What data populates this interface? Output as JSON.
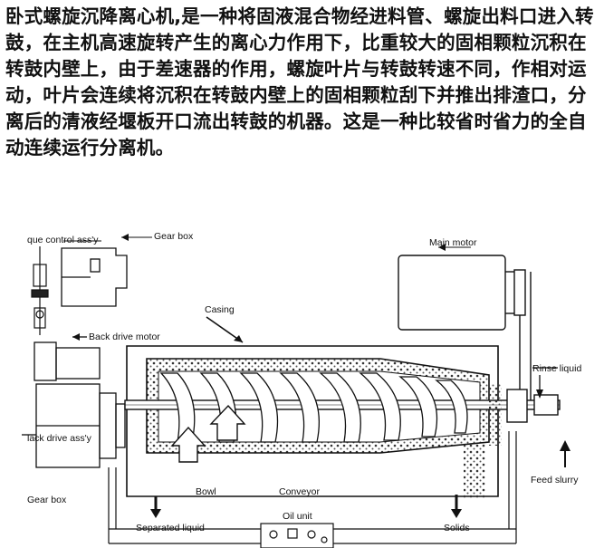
{
  "intro_text": "卧式螺旋沉降离心机,是一种将固液混合物经进料管、螺旋出料口进入转鼓，在主机高速旋转产生的离心力作用下，比重较大的固相颗粒沉积在转鼓内壁上，由于差速器的作用，螺旋叶片与转鼓转速不同，作相对运动，叶片会连续将沉积在转鼓内壁上的固相颗粒刮下并推出排渣口，分离后的清液经堰板开口流出转鼓的机器。这是一种比较省时省力的全自动连续运行分离机。",
  "labels": {
    "torque_control": "que control ass'y",
    "gear_box_top": "Gear box",
    "main_motor": "Main motor",
    "casing": "Casing",
    "back_drive_motor": "Back drive motor",
    "rinse_liquid": "Rinse liquid",
    "back_drive_assy": "lack drive ass'y",
    "gear_box_bottom": "Gear box",
    "bowl": "Bowl",
    "conveyor": "Conveyor",
    "feed_slurry": "Feed slurry",
    "separated_liquid": "Separated liquid",
    "oil_unit": "Oil unit",
    "solids": "Solids"
  }
}
